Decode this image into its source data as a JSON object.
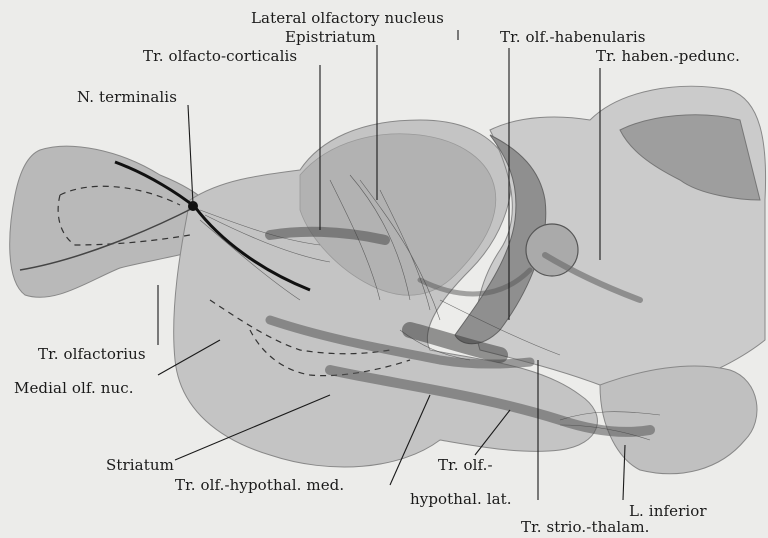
{
  "labels": {
    "lateral_olfactory_nucleus": "Lateral olfactory nucleus",
    "epistriatum": "Epistriatum",
    "tr_olf_habenularis": "Tr. olf.-habenularis",
    "tr_olfacto_corticalis": "Tr. olfacto-corticalis",
    "tr_haben_pedunc": "Tr. haben.-pedunc.",
    "n_terminalis": "N. terminalis",
    "tr_olfactorius": "Tr. olfactorius",
    "medial_olf_nuc": "Medial olf. nuc.",
    "striatum": "Striatum",
    "tr_olf_hypothal_med": "Tr. olf.-hypothal. med.",
    "tr_olf_hypothal_lat_1": "Tr. olf.-",
    "tr_olf_hypothal_lat_2": "hypothal. lat.",
    "l_inferior": "L. inferior",
    "tr_strio_thalam": "Tr. strio.-thalam."
  },
  "colors": {
    "background": "#ececea",
    "tissue_light": "#c9c9c9",
    "tissue_mid": "#a9a9a9",
    "tissue_dark": "#8a8a8a",
    "ink": "#1a1a1a"
  }
}
